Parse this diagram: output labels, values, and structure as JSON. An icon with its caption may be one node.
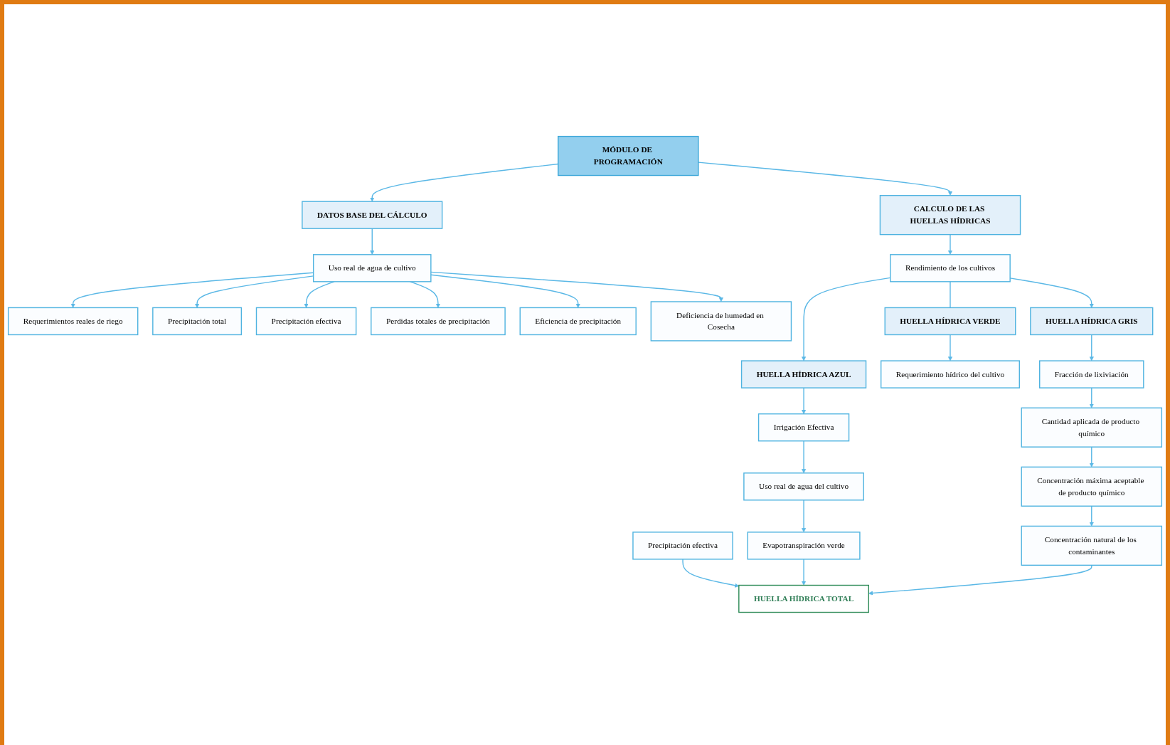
{
  "diagram": {
    "nodes": [
      {
        "text": [
          "MÓDULO DE PROGRAMACIÓN"
        ]
      },
      {
        "text": [
          "DATOS BASE DEL CÁLCULO"
        ]
      },
      {
        "text": [
          "CALCULO DE LAS HUELLAS HÍDRICAS"
        ]
      },
      {
        "text": [
          "Uso real de agua de cultivo"
        ]
      },
      {
        "text": [
          "Requerimientos reales de riego"
        ]
      },
      {
        "text": [
          "Precipitación total"
        ]
      },
      {
        "text": [
          "Precipitación efectiva"
        ]
      },
      {
        "text": [
          "Perdidas totales de precipitación"
        ]
      },
      {
        "text": [
          "Eficiencia de precipitación"
        ]
      },
      {
        "text": [
          "Deficiencia de humedad en Cosecha"
        ]
      },
      {
        "text": [
          "Rendimiento de los cultivos"
        ]
      },
      {
        "text": [
          "HUELLA HÍDRICA VERDE"
        ]
      },
      {
        "text": [
          "HUELLA HÍDRICA AZUL"
        ]
      },
      {
        "text": [
          "HUELLA HÍDRICA GRIS"
        ]
      },
      {
        "text": [
          "Requerimiento hídrico del cultivo"
        ]
      },
      {
        "text": [
          "Precipitación efectiva"
        ]
      },
      {
        "text": [
          "Irrigación Efectiva"
        ]
      },
      {
        "text": [
          "Uso real de agua del cultivo"
        ]
      },
      {
        "text": [
          "Evapotranspiración verde"
        ]
      },
      {
        "text": [
          "Fracción de lixiviación"
        ]
      },
      {
        "text": [
          "Cantidad aplicada de producto químico"
        ]
      },
      {
        "text": [
          "Concentración máxima aceptable de producto químico"
        ]
      },
      {
        "text": [
          "Concentración natural de los contaminantes"
        ]
      },
      {
        "text": [
          "HUELLA HÍDRICA TOTAL"
        ]
      }
    ],
    "edges": [
      {
        "from": 0,
        "to": 1,
        "arrow": "to"
      },
      {
        "from": 0,
        "to": 2,
        "arrow": "to"
      },
      {
        "from": 1,
        "to": 3,
        "arrow": "to"
      },
      {
        "from": 3,
        "to": 4,
        "arrow": "to"
      },
      {
        "from": 3,
        "to": 5,
        "arrow": "to"
      },
      {
        "from": 3,
        "to": 6,
        "arrow": "to"
      },
      {
        "from": 3,
        "to": 7,
        "arrow": "to"
      },
      {
        "from": 3,
        "to": 8,
        "arrow": "to"
      },
      {
        "from": 3,
        "to": 9,
        "arrow": "to"
      },
      {
        "from": 2,
        "to": 10,
        "arrow": "to"
      },
      {
        "from": 10,
        "to": 11,
        "arrow": "none"
      },
      {
        "from": 10,
        "to": 12,
        "arrow": "to"
      },
      {
        "from": 10,
        "to": 13,
        "arrow": "to"
      },
      {
        "from": 11,
        "to": 14,
        "arrow": "to"
      },
      {
        "from": 12,
        "to": 16,
        "arrow": "to"
      },
      {
        "from": 16,
        "to": 17,
        "arrow": "to"
      },
      {
        "from": 17,
        "to": 18,
        "arrow": "to"
      },
      {
        "from": 13,
        "to": 19,
        "arrow": "to"
      },
      {
        "from": 19,
        "to": 20,
        "arrow": "to"
      },
      {
        "from": 20,
        "to": 21,
        "arrow": "to"
      },
      {
        "from": 21,
        "to": 22,
        "arrow": "to"
      },
      {
        "from": 15,
        "to": 23,
        "arrow": "to"
      },
      {
        "from": 18,
        "to": 23,
        "arrow": "to"
      },
      {
        "from": 22,
        "to": 23,
        "arrow": "to"
      }
    ]
  }
}
